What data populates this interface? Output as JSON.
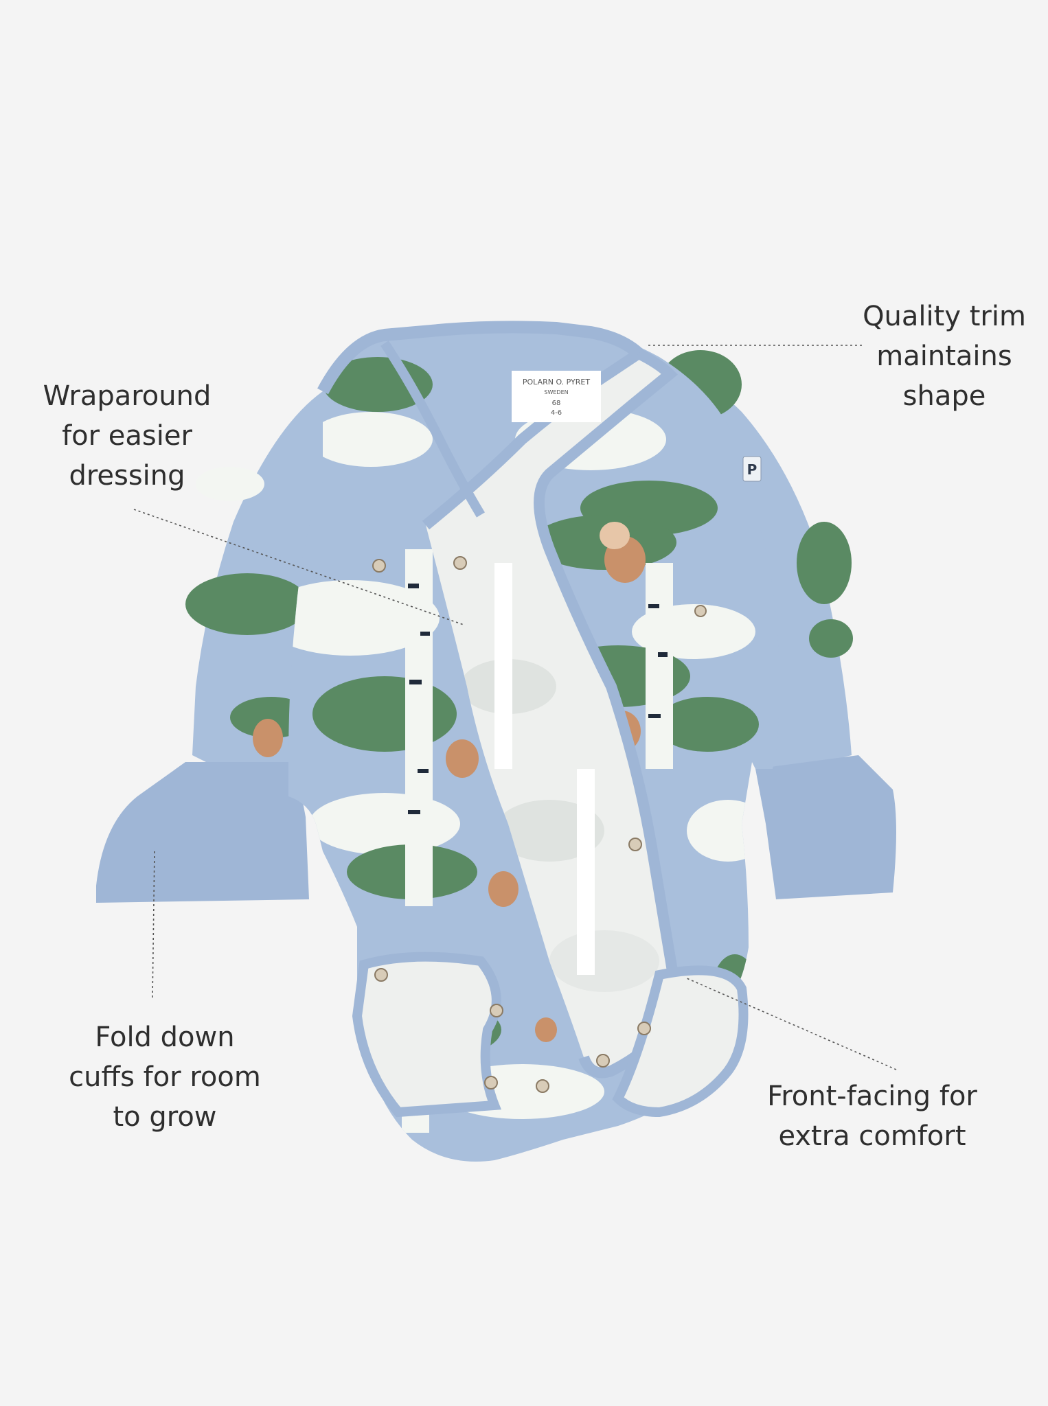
{
  "image": {
    "subject": "baby wrap bodysuit",
    "background_color": "#f4f4f4"
  },
  "garment_tag": {
    "brand_line1": "POLARN O. PYRET",
    "brand_line2": "SWEDEN",
    "size": "68",
    "size_months": "4-6"
  },
  "sleeve_badge": "P",
  "callouts": [
    {
      "lines": [
        "Quality trim",
        "maintains",
        "shape"
      ]
    },
    {
      "lines": [
        "Wraparound",
        "for easier",
        "dressing"
      ]
    },
    {
      "lines": [
        "Fold down",
        "cuffs for room",
        "to grow"
      ]
    },
    {
      "lines": [
        "Front-facing for",
        "extra comfort"
      ]
    }
  ],
  "colors": {
    "fabric_blue": "#a9bfdc",
    "trim_blue": "#9fb6d6",
    "tree_green": "#5a8a63",
    "cloud_white": "#f3f6f2",
    "birch_bark": "#1f2a3a",
    "animal_brown": "#c9916a",
    "line_color": "#555555"
  }
}
